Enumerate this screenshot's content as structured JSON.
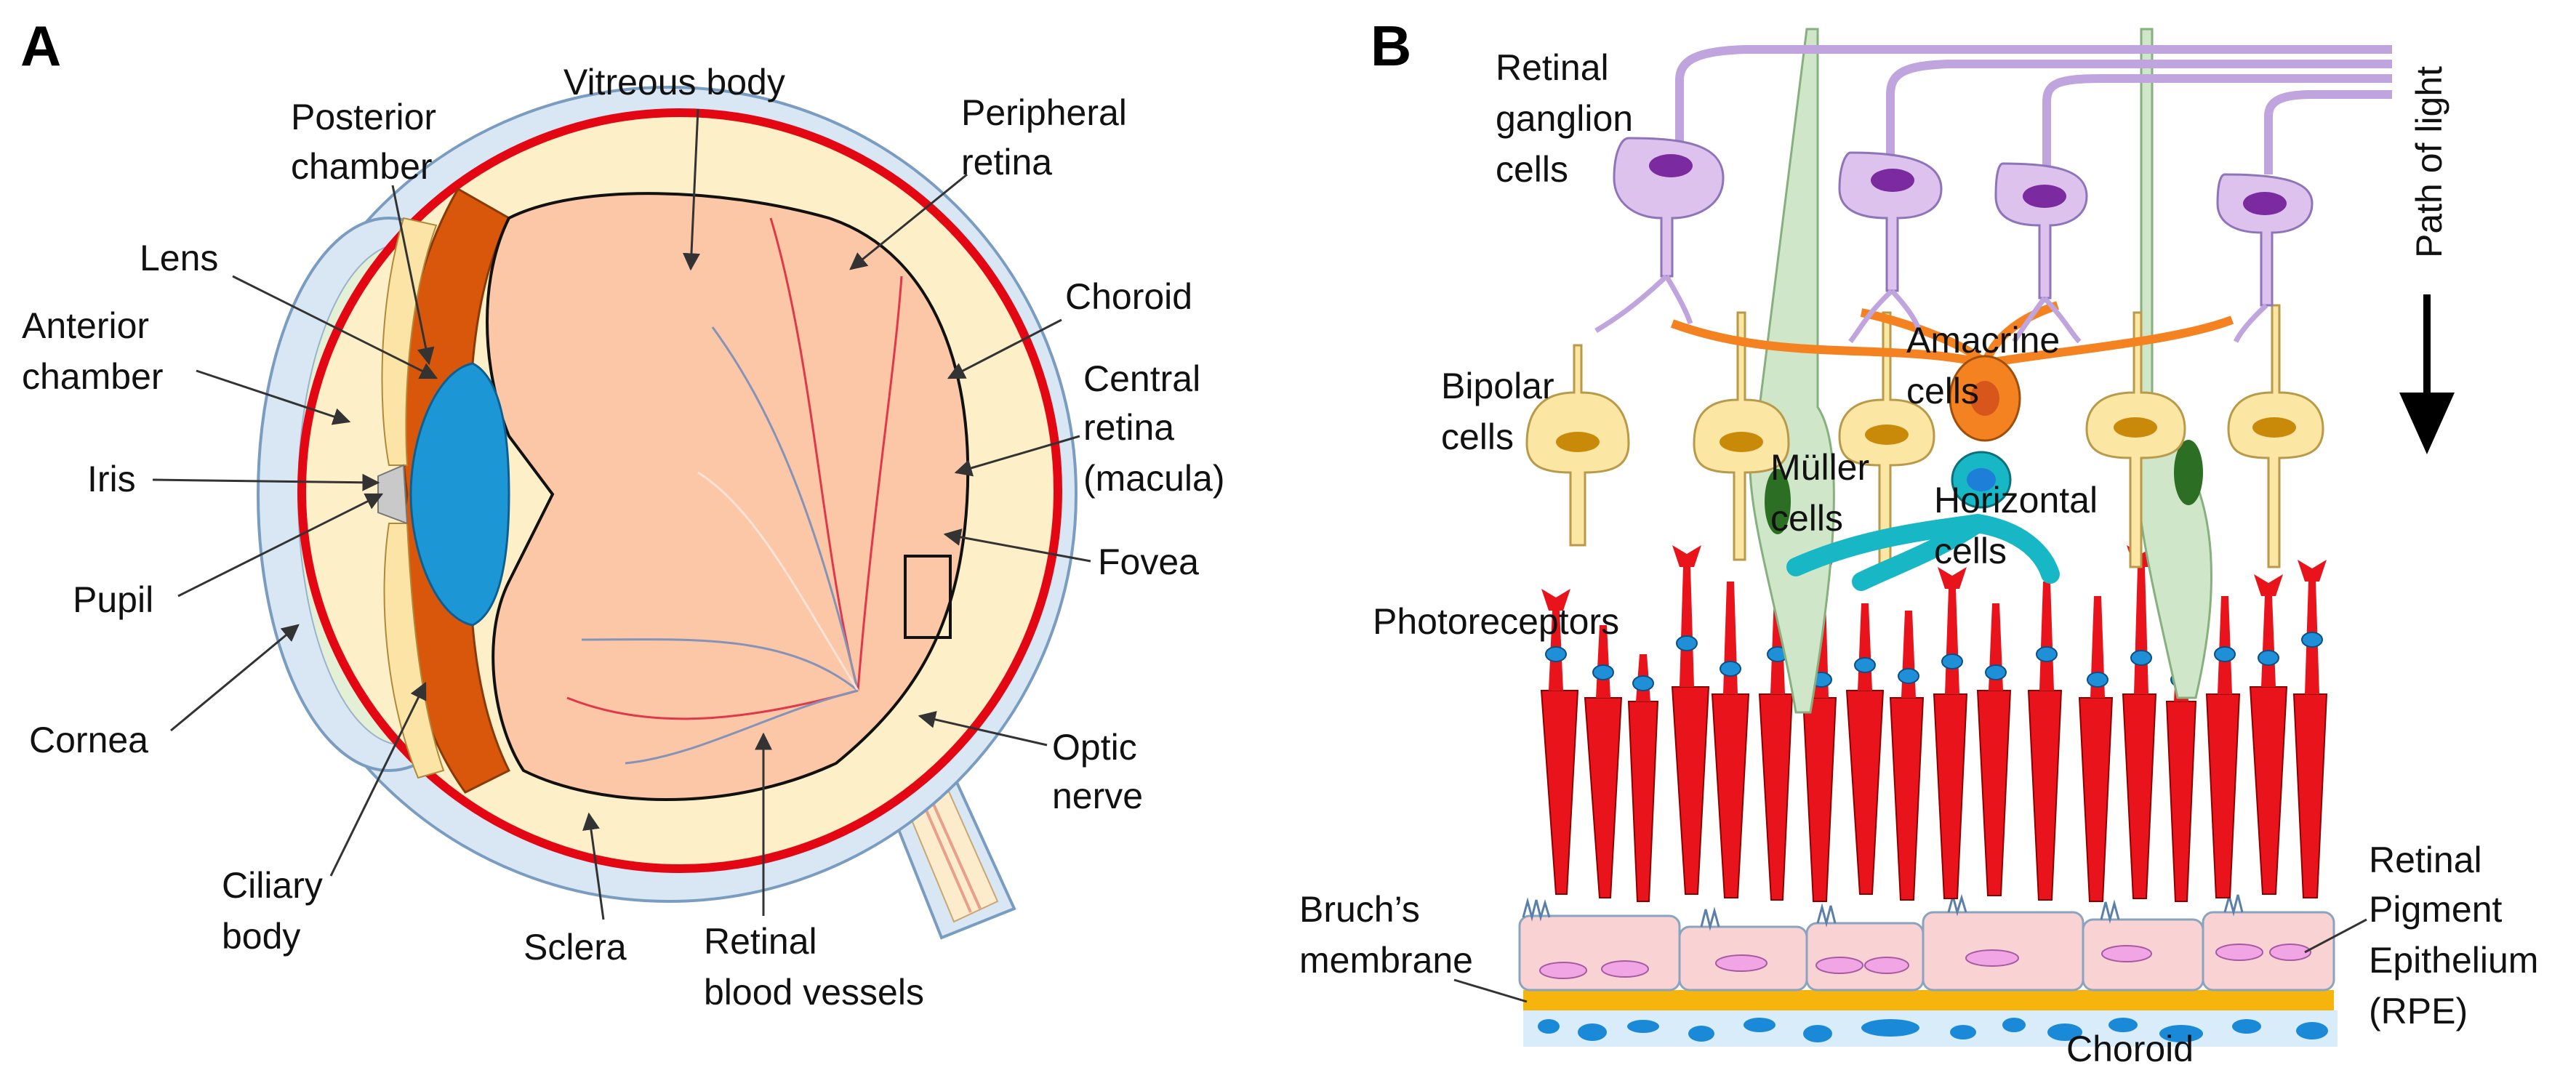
{
  "panel_a": {
    "letter": "A",
    "labels": {
      "posterior_chamber": [
        "Posterior",
        "chamber"
      ],
      "vitreous_body": [
        "Vitreous body"
      ],
      "peripheral_retina": [
        "Peripheral",
        "retina"
      ],
      "lens": [
        "Lens"
      ],
      "anterior_chamber": [
        "Anterior",
        "chamber"
      ],
      "choroid": [
        "Choroid"
      ],
      "central_retina": [
        "Central",
        "retina",
        "(macula)"
      ],
      "iris": [
        "Iris"
      ],
      "pupil": [
        "Pupil"
      ],
      "fovea": [
        "Fovea"
      ],
      "cornea": [
        "Cornea"
      ],
      "optic_nerve": [
        "Optic",
        "nerve"
      ],
      "ciliary_body": [
        "Ciliary",
        "body"
      ],
      "sclera": [
        "Sclera"
      ],
      "retinal_blood_vessels": [
        "Retinal",
        "blood vessels"
      ]
    }
  },
  "panel_b": {
    "letter": "B",
    "labels": {
      "retinal_ganglion_cells": [
        "Retinal",
        "ganglion",
        "cells"
      ],
      "path_of_light": [
        "Path of light"
      ],
      "amacrine_cells": [
        "Amacrine",
        "cells"
      ],
      "bipolar_cells": [
        "Bipolar",
        "cells"
      ],
      "muller_cells": [
        "Müller",
        "cells"
      ],
      "horizontal_cells": [
        "Horizontal",
        "cells"
      ],
      "photoreceptors": [
        "Photoreceptors"
      ],
      "retinal_pigment_epithelium": [
        "Retinal",
        "Pigment",
        "Epithelium",
        "(RPE)"
      ],
      "bruchs_membrane": [
        "Bruch’s",
        "membrane"
      ],
      "choroid": [
        "Choroid"
      ]
    }
  },
  "colors": {
    "sclera": "#d9e7f4",
    "cornea_inner": "#e4f0d6",
    "vitreous": "#fbc7a7",
    "retina": "#e30613",
    "ciliary": "#d9570b",
    "lens": "#1d96d6",
    "optic_nerve": "#fdeccc",
    "ganglion": "#dcc2ec",
    "ganglion_nucleus": "#7b2a9f",
    "bipolar": "#fbe6a4",
    "bipolar_nucleus": "#c98a0a",
    "muller": "#cfe6c8",
    "muller_nucleus": "#2d6e25",
    "amacrine": "#f58220",
    "horizontal": "#18b7c6",
    "photoreceptor": "#e8131b",
    "photoreceptor_nucleus": "#1f8fd8",
    "rpe": "#f9d3d3",
    "rpe_nucleus": "#f2a5e5",
    "bruch": "#f5b50c",
    "choroid_layer": "#d8ecf9",
    "choroid_dots": "#1a8ad8"
  },
  "icons": {
    "light_arrow": "down-arrow-icon"
  }
}
